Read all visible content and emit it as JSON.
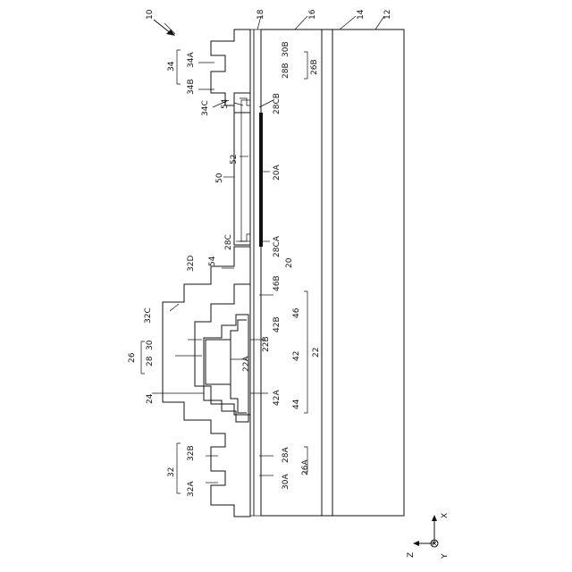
{
  "figure": {
    "ref_main": "10",
    "layers": {
      "l12": "12",
      "l14": "14",
      "l16": "16",
      "l18": "18",
      "l20": "20",
      "l20A": "20A",
      "l22": "22",
      "l22A": "22A",
      "l22B": "22B",
      "l24": "24",
      "l26": "26",
      "l26A": "26A",
      "l26B": "26B",
      "l28": "28",
      "l28A": "28A",
      "l28B": "28B",
      "l28C": "28C",
      "l28CA": "28CA",
      "l28CB": "28CB",
      "l30": "30",
      "l30A": "30A",
      "l30B": "30B",
      "l32": "32",
      "l32A": "32A",
      "l32B": "32B",
      "l32C": "32C",
      "l32D": "32D",
      "l34": "34",
      "l34A": "34A",
      "l34B": "34B",
      "l34C": "34C",
      "l42": "42",
      "l42A": "42A",
      "l42B": "42B",
      "l44": "44",
      "l46": "46",
      "l46B": "46B",
      "l50": "50",
      "l52": "52",
      "l54a": "54",
      "l54b": "54"
    },
    "axes": {
      "z": "Z",
      "y": "Y",
      "x": "X"
    }
  }
}
